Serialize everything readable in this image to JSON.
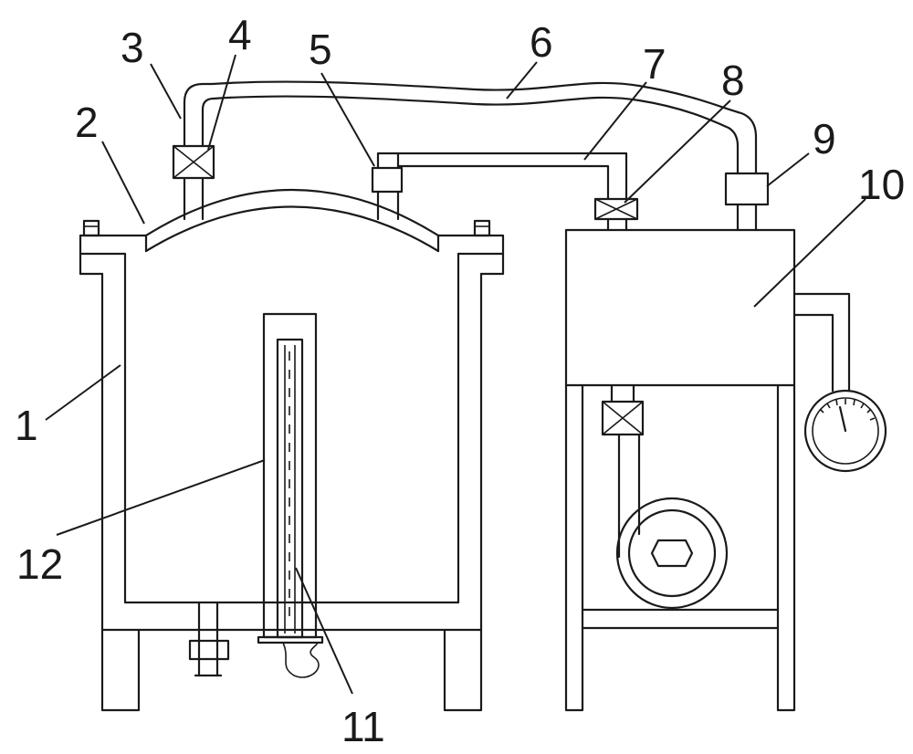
{
  "labels": {
    "l1": "1",
    "l2": "2",
    "l3": "3",
    "l4": "4",
    "l5": "5",
    "l6": "6",
    "l7": "7",
    "l8": "8",
    "l9": "9",
    "l10": "10",
    "l11": "11",
    "l12": "12"
  },
  "colors": {
    "line": "#1a1a1a",
    "background": "#ffffff"
  }
}
